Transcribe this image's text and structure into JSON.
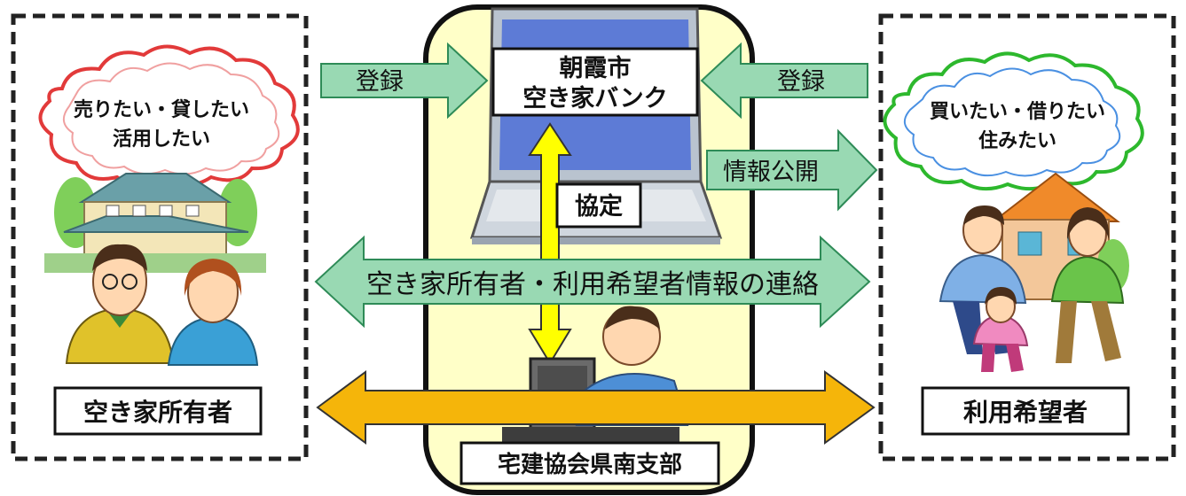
{
  "owner_side": {
    "thought": [
      "売りたい・貸したい",
      "活用したい"
    ],
    "label": "空き家所有者"
  },
  "user_side": {
    "thought": [
      "買いたい・借りたい",
      "住みたい"
    ],
    "label": "利用希望者"
  },
  "center": {
    "bank_name": [
      "朝霞市",
      "空き家バンク"
    ],
    "agreement": "協定",
    "association": "宅建協会県南支部"
  },
  "arrows": {
    "register_left": "登録",
    "register_right": "登録",
    "publish": "情報公開",
    "contact": "空き家所有者・利用希望者情報の連絡"
  },
  "colors": {
    "green_arrow": "#99d9b3",
    "green_stroke": "#2e8b57",
    "orange_arrow": "#f5b50a",
    "yellow_arrow": "#ffff00",
    "center_panel": "#ffffc8",
    "cloud_left_outline": "#e23a3a",
    "cloud_right_outline": "#2db82d"
  }
}
